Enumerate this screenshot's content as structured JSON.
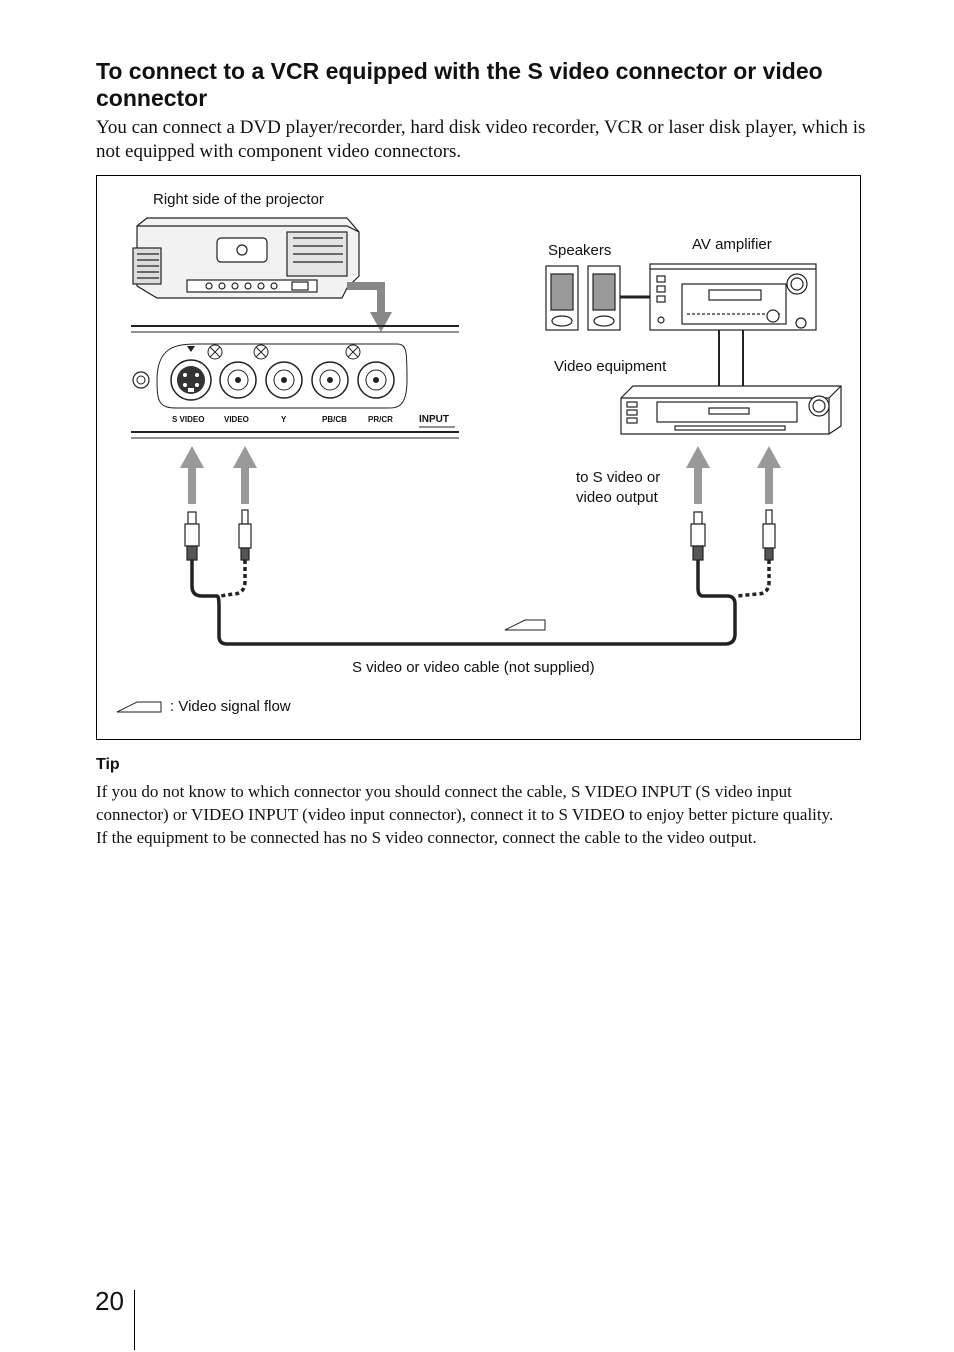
{
  "title": "To connect to a VCR equipped with the S video connector or video connector",
  "intro": "You can connect a DVD player/recorder, hard disk video recorder, VCR or laser disk player, which is not equipped with component video connectors.",
  "diagram": {
    "projector_label": "Right side of the projector",
    "speakers_label": "Speakers",
    "amplifier_label": "AV amplifier",
    "video_equipment_label": "Video equipment",
    "output_label_line1": "to S video or",
    "output_label_line2": "video output",
    "cable_label": "S video or video cable (not supplied)",
    "legend_label": ": Video signal flow",
    "panel_labels": {
      "s_video": "S VIDEO",
      "video": "VIDEO",
      "y": "Y",
      "pb_cb": "PB/CB",
      "pr_cr": "PR/CR",
      "input": "INPUT"
    }
  },
  "tip": {
    "heading": "Tip",
    "paragraph1": "If you do not know to which connector you should connect the cable, S VIDEO INPUT (S video input connector) or VIDEO INPUT (video input connector), connect it to S VIDEO to enjoy better picture quality.",
    "paragraph2": "If the equipment to be connected has no S video connector, connect the cable to the video output."
  },
  "page_number": "20"
}
